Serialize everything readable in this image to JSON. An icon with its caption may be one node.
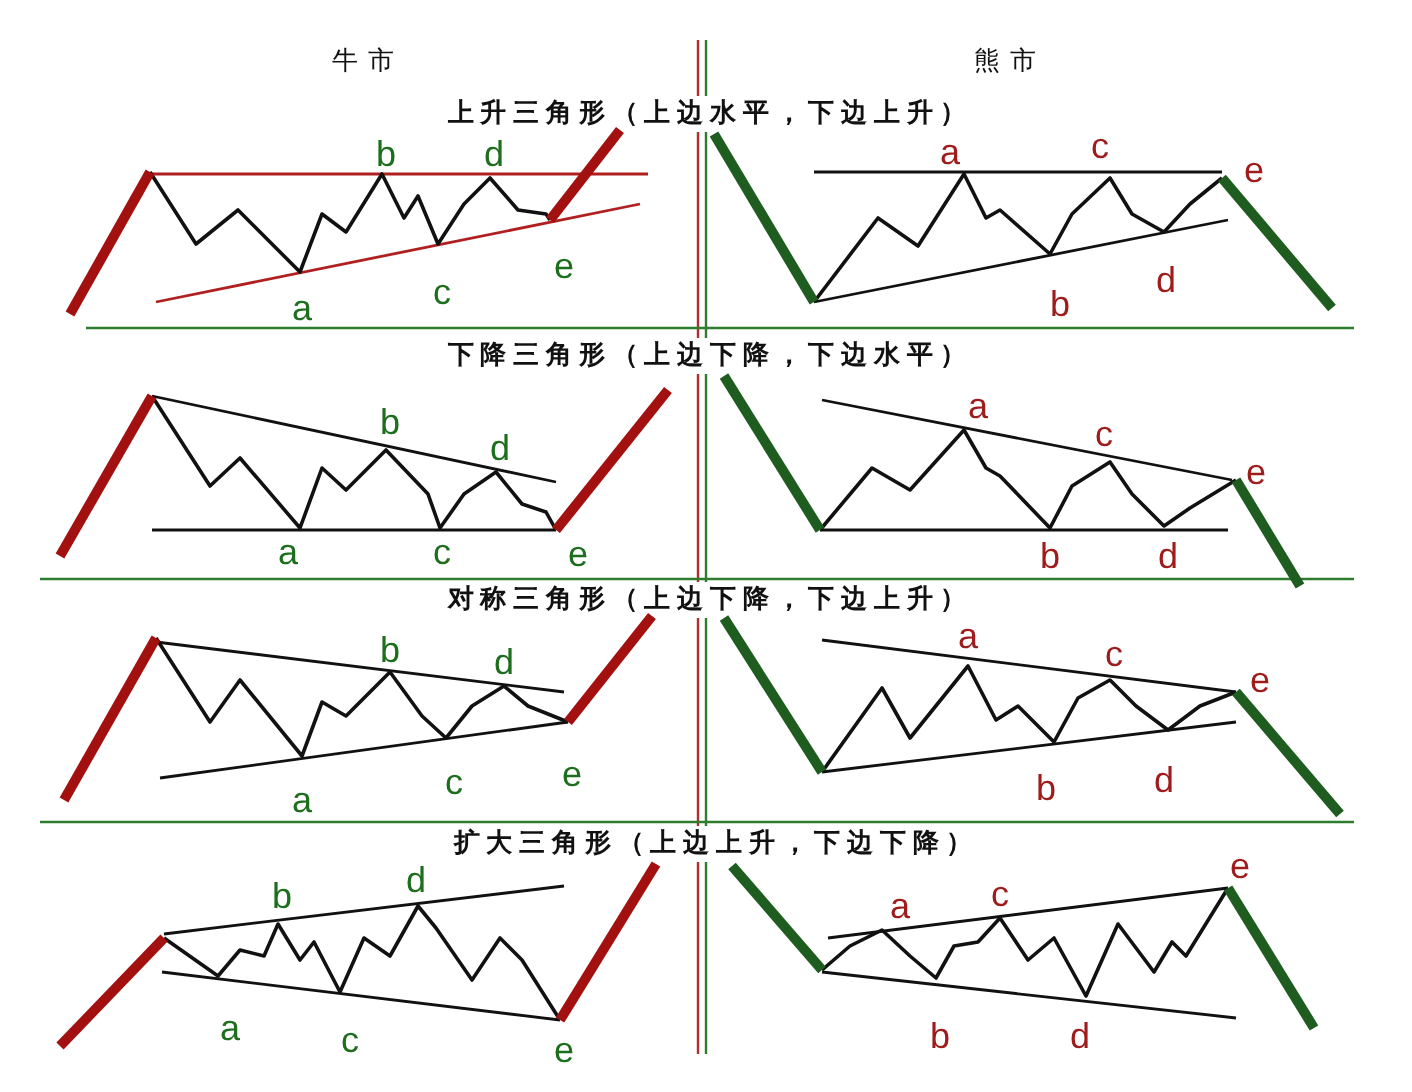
{
  "diagram": {
    "labels": [
      "牛市",
      "熊市",
      "上升三角形（上边水平，下边上升）",
      "a",
      "b",
      "c",
      "d",
      "e",
      "a",
      "b",
      "c",
      "d",
      "e",
      "下降三角形（上边下降，下边水平）",
      "a",
      "b",
      "c",
      "d",
      "e",
      "a",
      "b",
      "c",
      "d",
      "e",
      "对称三角形（上边下降，下边上升）",
      "a",
      "b",
      "c",
      "d",
      "e",
      "a",
      "b",
      "c",
      "d",
      "e",
      "扩大三角形（上边上升，下边下降）",
      "a",
      "b",
      "c",
      "d",
      "e",
      "a",
      "b",
      "c",
      "d",
      "e"
    ]
  }
}
